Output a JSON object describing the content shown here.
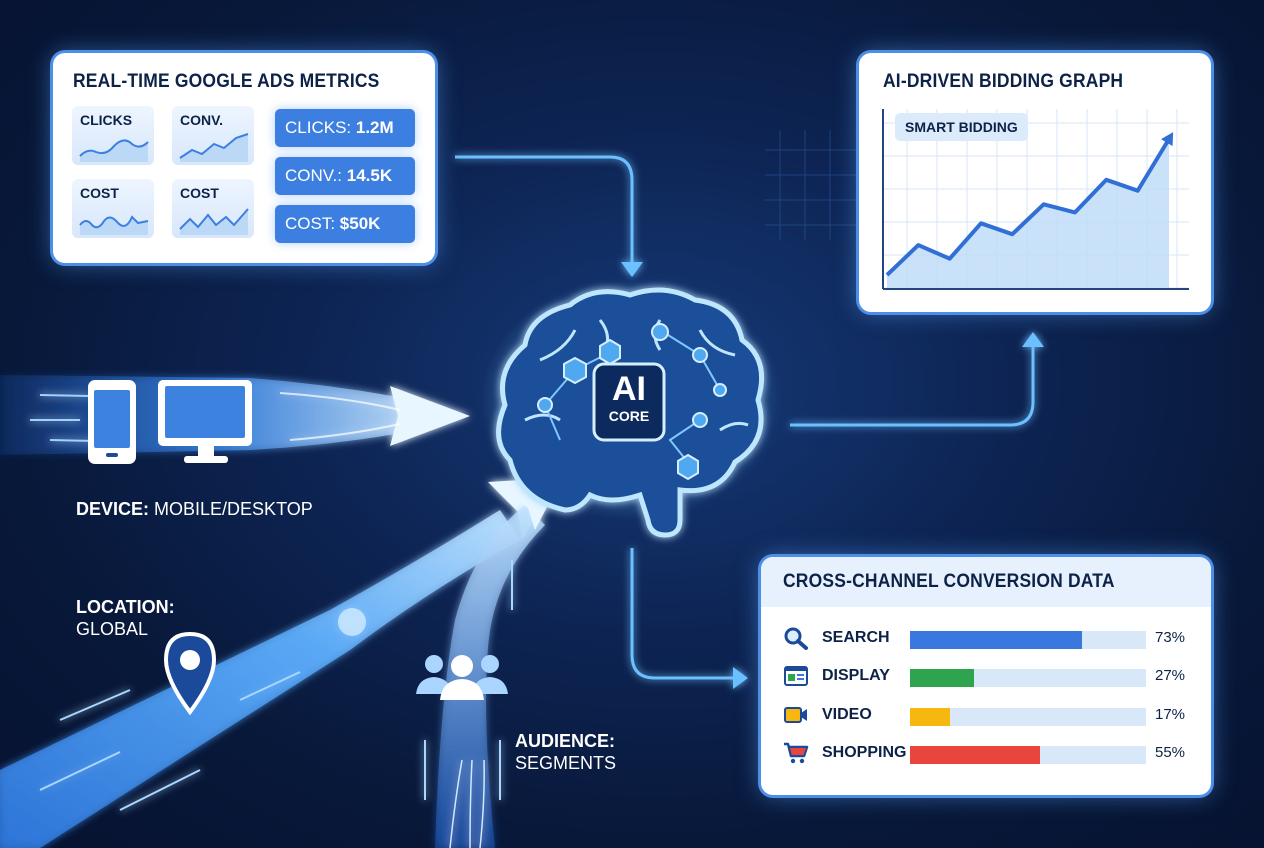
{
  "metrics_panel": {
    "title": "Real-Time Google Ads Metrics",
    "mini_charts": [
      {
        "label": "CLICKS"
      },
      {
        "label": "CONV."
      },
      {
        "label": "COST"
      },
      {
        "label": "COST"
      }
    ],
    "stats": [
      {
        "label": "CLICKS:",
        "value": "1.2M"
      },
      {
        "label": "CONV.:",
        "value": "14.5K"
      },
      {
        "label": "COST:",
        "value": "$50K"
      }
    ]
  },
  "bidding_panel": {
    "title": "AI-Driven Bidding Graph",
    "chip": "SMART BIDDING",
    "trend_values": [
      0,
      22,
      12,
      38,
      30,
      52,
      46,
      70,
      62,
      100
    ]
  },
  "core": {
    "line1": "AI",
    "line2": "CORE"
  },
  "inputs": {
    "device": {
      "key": "DEVICE:",
      "value": "MOBILE/DESKTOP"
    },
    "location": {
      "key": "LOCATION:",
      "value": "GLOBAL"
    },
    "audience": {
      "key": "AUDIENCE:",
      "value": "SEGMENTS"
    }
  },
  "conversion_panel": {
    "title": "Cross-Channel Conversion Data",
    "rows": [
      {
        "name": "SEARCH",
        "percent": 73,
        "label": "73%",
        "color": "#3b78de",
        "icon": "search-icon"
      },
      {
        "name": "DISPLAY",
        "percent": 27,
        "label": "27%",
        "color": "#2ea44f",
        "icon": "display-icon"
      },
      {
        "name": "VIDEO",
        "percent": 17,
        "label": "17%",
        "color": "#f6b80e",
        "icon": "video-icon"
      },
      {
        "name": "SHOPPING",
        "percent": 55,
        "label": "55%",
        "color": "#e8453c",
        "icon": "shopping-cart-icon"
      }
    ]
  },
  "colors": {
    "accent": "#3d7fe0",
    "glow": "#5fb6ff",
    "background": "#0b1f4a"
  }
}
